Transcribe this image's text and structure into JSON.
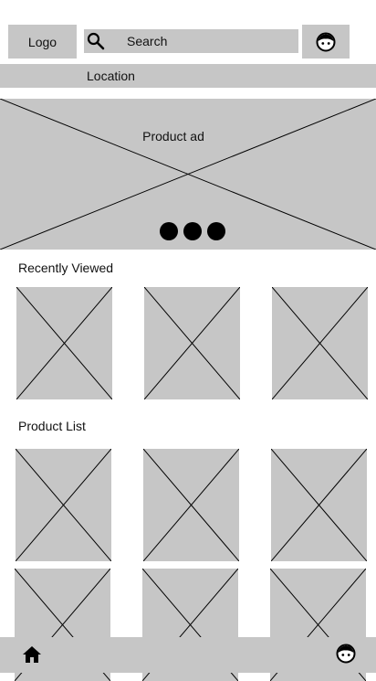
{
  "header": {
    "logo_label": "Logo",
    "search_label": "Search",
    "search_icon": "search-icon",
    "profile_icon": "face-icon"
  },
  "location_bar": {
    "label": "Location"
  },
  "banner": {
    "label": "Product ad",
    "carousel_dots": 3
  },
  "recently_viewed": {
    "title": "Recently Viewed",
    "items": 3
  },
  "product_list": {
    "title": "Product List",
    "items": 6
  },
  "bottom_nav": {
    "home_icon": "home-icon",
    "account_icon": "face-icon"
  },
  "colors": {
    "placeholder": "#c6c6c6",
    "line": "#000000",
    "background": "#ffffff"
  }
}
